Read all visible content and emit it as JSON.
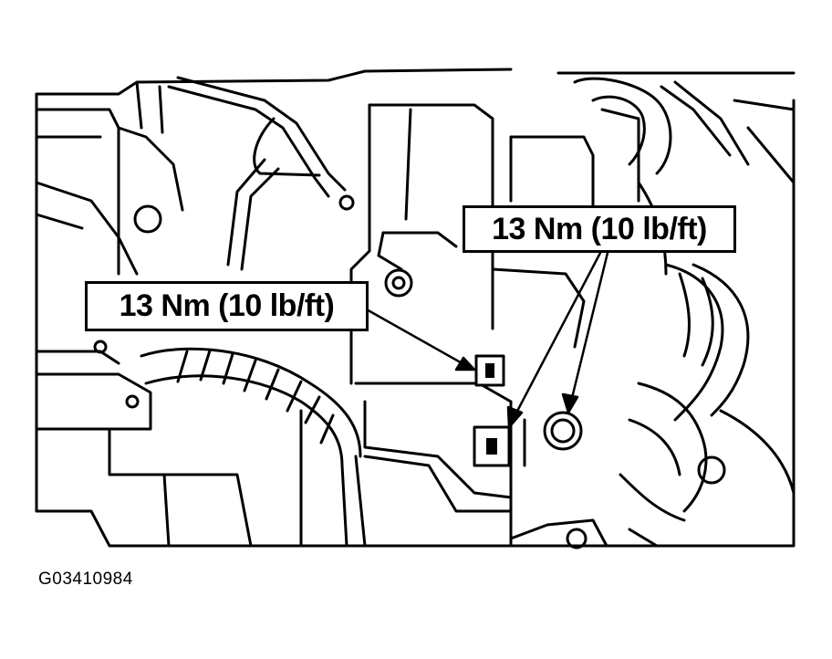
{
  "callouts": {
    "left_torque": "13 Nm (10 lb/ft)",
    "right_torque": "13 Nm (10 lb/ft)"
  },
  "figure_id": "G03410984",
  "colors": {
    "line": "#000000",
    "background": "#ffffff"
  }
}
